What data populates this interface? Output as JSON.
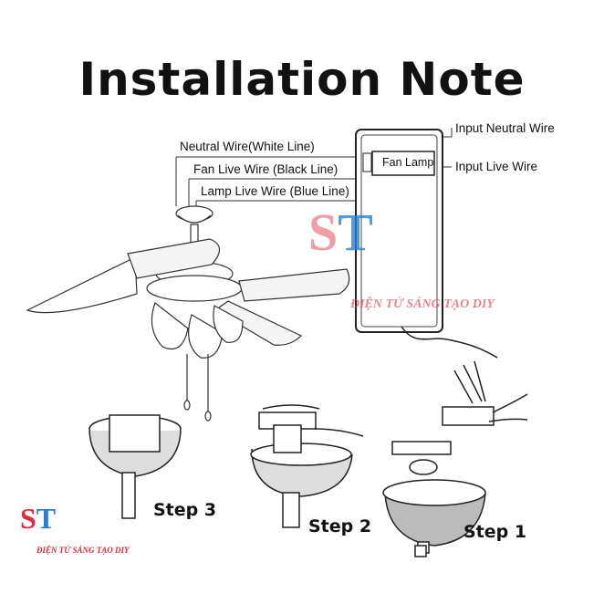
{
  "title": "Installation Note",
  "diagram": {
    "wire_labels": {
      "neutral": "Neutral Wire(White Line)",
      "fan_live": "Fan Live Wire (Black Line)",
      "lamp_live": "Lamp Live Wire (Blue Line)",
      "input_neutral": "Input Neutral Wire",
      "input_live": "Input Live Wire"
    },
    "controller_label": "Fan Lamp",
    "steps": [
      "Step 3",
      "Step 2",
      "Step 1"
    ]
  },
  "brand": {
    "watermark_text": "ĐIỆN TỬ SÁNG TẠO DIY",
    "footer_text": "ĐIỆN TỬ SÁNG TẠO DIY",
    "logo_letters": "ST",
    "colors": {
      "red": "#e0293a",
      "blue": "#2a7fd4",
      "watermark": "#e45a6a"
    }
  }
}
